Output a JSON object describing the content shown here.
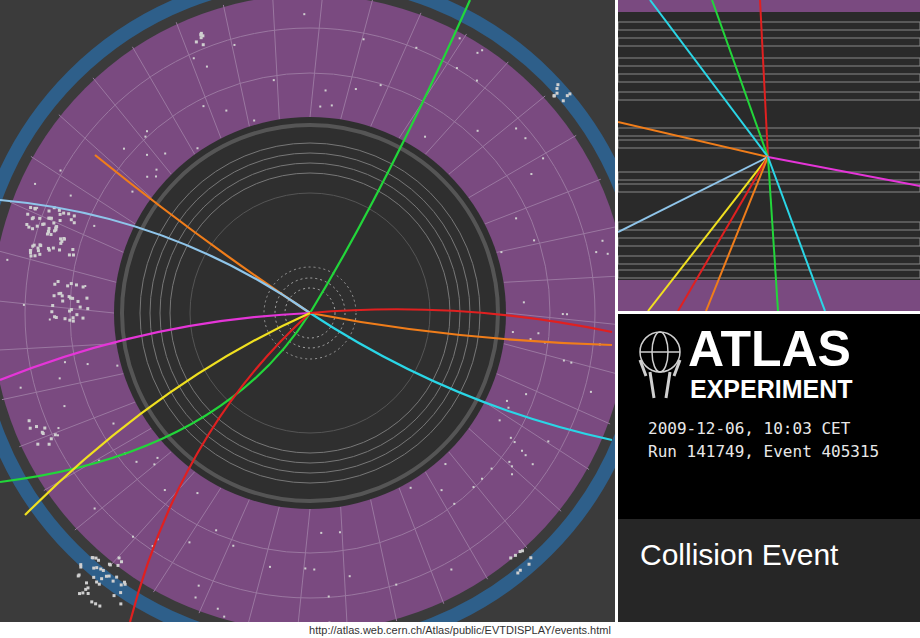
{
  "diagram": {
    "labels": [
      "ATLAS",
      "EXPERIMENT",
      "2009-12-06, 10:03 CET",
      "Run 141749, Event 405315",
      "Collision Event",
      "http://atlas.web.cern.ch/Atlas/public/EVTDISPLAY/events.html"
    ]
  }
}
